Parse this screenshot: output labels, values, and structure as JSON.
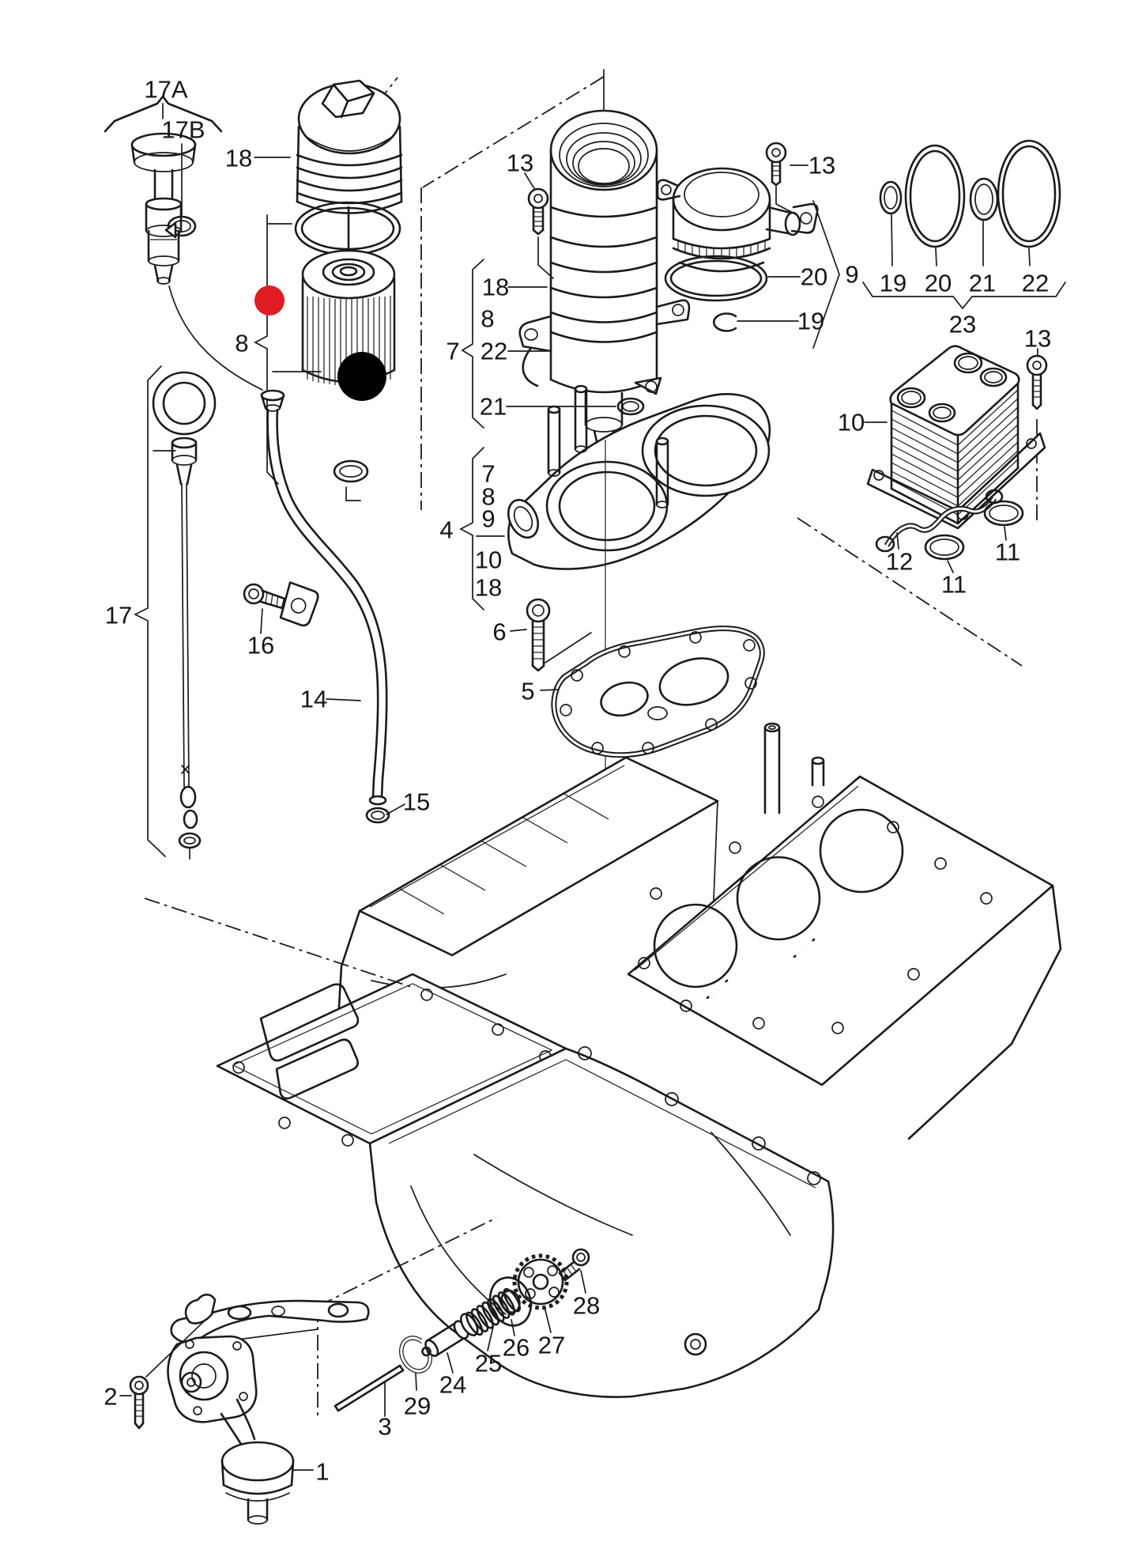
{
  "diagram": {
    "type": "exploded-parts-diagram",
    "subject": "engine oil filter, oil cooler, oil pump and sump assembly"
  },
  "markers": {
    "red_dot_color": "#df1c22",
    "black_dot_color": "#000000"
  },
  "callouts": [
    {
      "id": "17A",
      "label": "17A"
    },
    {
      "id": "17B",
      "label": "17B"
    },
    {
      "id": "18-cap",
      "label": "18"
    },
    {
      "id": "8-left",
      "label": "8"
    },
    {
      "id": "13-mid",
      "label": "13"
    },
    {
      "id": "18-item",
      "label": "18"
    },
    {
      "id": "8-item",
      "label": "8"
    },
    {
      "id": "7-group",
      "label": "7"
    },
    {
      "id": "22-item",
      "label": "22"
    },
    {
      "id": "21-item",
      "label": "21"
    },
    {
      "id": "13-right",
      "label": "13"
    },
    {
      "id": "20-ring",
      "label": "20"
    },
    {
      "id": "9-group",
      "label": "9"
    },
    {
      "id": "19-clip",
      "label": "19"
    },
    {
      "id": "19-row",
      "label": "19"
    },
    {
      "id": "20-row",
      "label": "20"
    },
    {
      "id": "21-row",
      "label": "21"
    },
    {
      "id": "22-row",
      "label": "22"
    },
    {
      "id": "23-group",
      "label": "23"
    },
    {
      "id": "13-far",
      "label": "13"
    },
    {
      "id": "10-cooler",
      "label": "10"
    },
    {
      "id": "12-gasket",
      "label": "12"
    },
    {
      "id": "11-a",
      "label": "11"
    },
    {
      "id": "11-b",
      "label": "11"
    },
    {
      "id": "4-group",
      "label": "4"
    },
    {
      "id": "7-item",
      "label": "7"
    },
    {
      "id": "8-item2",
      "label": "8"
    },
    {
      "id": "9-item",
      "label": "9"
    },
    {
      "id": "10-item",
      "label": "10"
    },
    {
      "id": "18-item2",
      "label": "18"
    },
    {
      "id": "6-screw",
      "label": "6"
    },
    {
      "id": "5-gasket",
      "label": "5"
    },
    {
      "id": "17-stick",
      "label": "17"
    },
    {
      "id": "16-screw",
      "label": "16"
    },
    {
      "id": "14-tube",
      "label": "14"
    },
    {
      "id": "15-seal",
      "label": "15"
    },
    {
      "id": "2-screw",
      "label": "2"
    },
    {
      "id": "1-pump",
      "label": "1"
    },
    {
      "id": "3-rod",
      "label": "3"
    },
    {
      "id": "29-clip",
      "label": "29"
    },
    {
      "id": "24-piston",
      "label": "24"
    },
    {
      "id": "25-spring",
      "label": "25"
    },
    {
      "id": "26-washer",
      "label": "26"
    },
    {
      "id": "27-sprocket",
      "label": "27"
    },
    {
      "id": "28-screw",
      "label": "28"
    }
  ]
}
